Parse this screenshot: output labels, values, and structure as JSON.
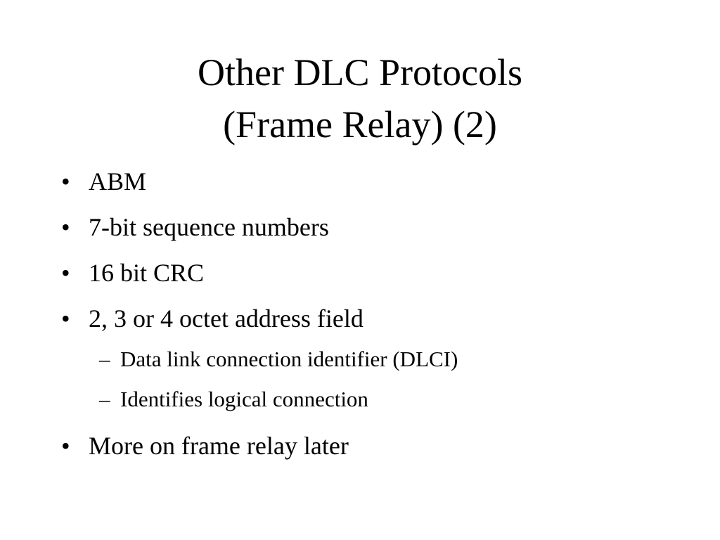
{
  "slide": {
    "title_lines": [
      "Other DLC Protocols",
      "(Frame Relay) (2)"
    ],
    "bullet_marker": "•",
    "sub_marker": "–",
    "bullets": [
      "ABM",
      "7-bit sequence numbers",
      "16 bit CRC",
      "2, 3 or 4 octet address field"
    ],
    "sub_bullets": [
      "Data link connection identifier (DLCI)",
      "Identifies logical connection"
    ],
    "last_bullet": "More on frame relay later"
  }
}
